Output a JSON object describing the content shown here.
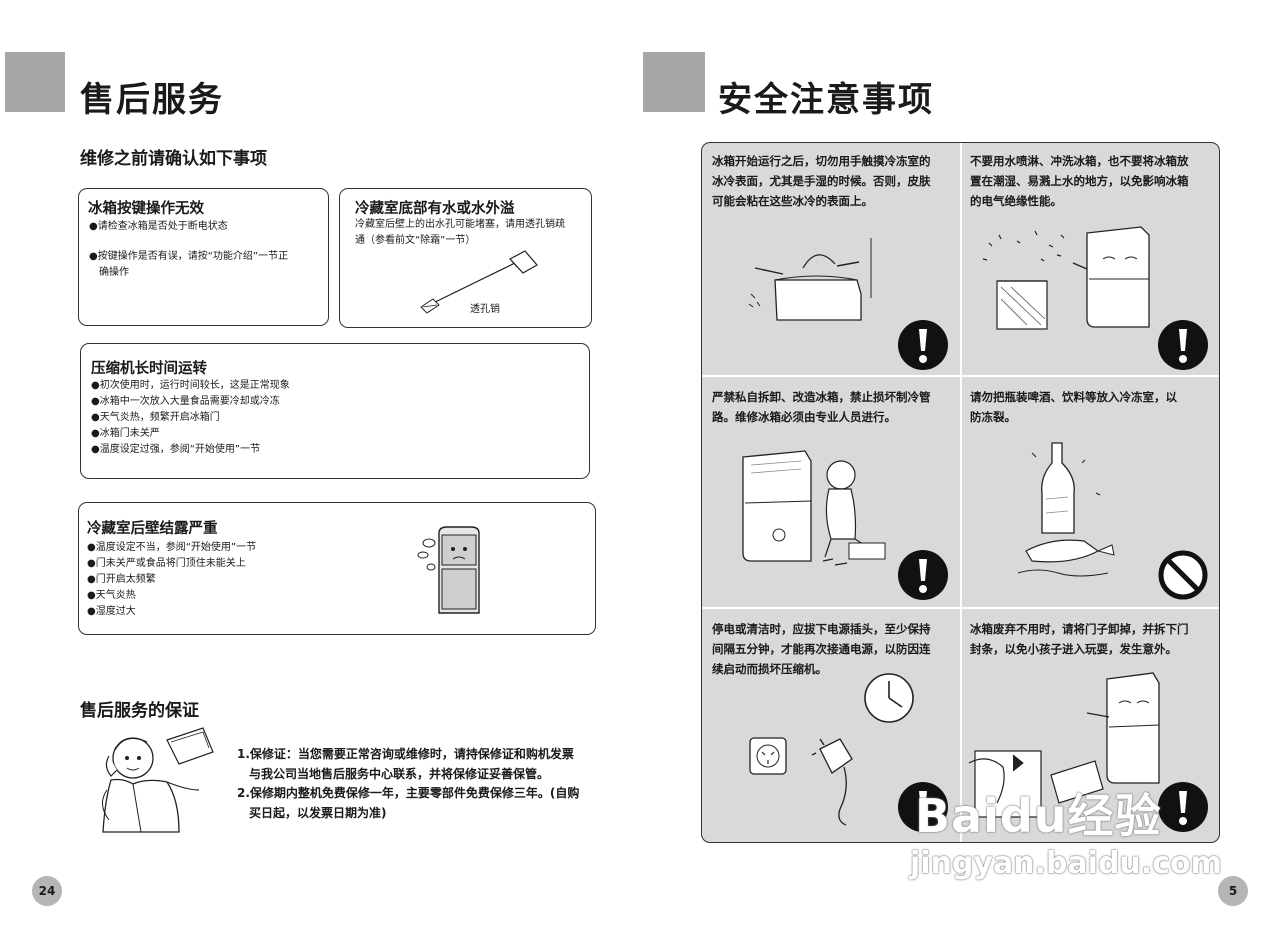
{
  "left_page": {
    "title": "售后服务",
    "subtitle": "维修之前请确认如下事项",
    "box1": {
      "title": "冰箱按键操作无效",
      "lines": [
        "●请检查冰箱是否处于断电状态",
        "●按键操作是否有误，请按“功能介绍”一节正",
        "确操作"
      ]
    },
    "box2": {
      "title": "冷藏室底部有水或水外溢",
      "lines": [
        "冷藏室后壁上的出水孔可能堵塞，请用透孔销疏",
        "通（参看前文“除霜”一节）"
      ],
      "tool_label": "透孔销"
    },
    "box3": {
      "title": "压缩机长时间运转",
      "lines": [
        "●初次使用时，运行时间较长，这是正常现象",
        "●冰箱中一次放入大量食品需要冷却或冷冻",
        "●天气炎热，频繁开启冰箱门",
        "●冰箱门未关严",
        "●温度设定过强，参阅“开始使用”一节"
      ]
    },
    "box4": {
      "title": "冷藏室后壁结露严重",
      "lines": [
        "●温度设定不当，参阅“开始使用”一节",
        "●门未关严或食品将门顶住未能关上",
        "●门开启太频繁",
        "●天气炎热",
        "●湿度过大"
      ]
    },
    "warranty_title": "售后服务的保证",
    "warranty_lines": [
      "1.保修证：当您需要正常咨询或维修时，请持保修证和购机发票",
      "与我公司当地售后服务中心联系，并将保修证妥善保管。",
      "2.保修期内整机免费保修一年，主要零部件免费保修三年。(自购",
      "买日起，以发票日期为准)"
    ],
    "page_number": "24"
  },
  "right_page": {
    "title": "安全注意事项",
    "cells": [
      {
        "lines": [
          "冰箱开始运行之后，切勿用手触摸冷冻室的",
          "冰冷表面，尤其是手湿的时候。否则，皮肤",
          "可能会粘在这些冰冷的表面上。"
        ],
        "sign": "exclamation"
      },
      {
        "lines": [
          "不要用水喷淋、冲洗冰箱，也不要将冰箱放",
          "置在潮湿、易溅上水的地方，以免影响冰箱",
          "的电气绝缘性能。"
        ],
        "sign": "exclamation"
      },
      {
        "lines": [
          "严禁私自拆卸、改造冰箱，禁止损坏制冷管",
          "路。维修冰箱必须由专业人员进行。"
        ],
        "sign": "exclamation"
      },
      {
        "lines": [
          "请勿把瓶装啤酒、饮料等放入冷冻室，以",
          "防冻裂。"
        ],
        "sign": "prohibition"
      },
      {
        "lines": [
          "停电或清洁时，应拔下电源插头，至少保持",
          "间隔五分钟，才能再次接通电源，以防因连",
          "续启动而损坏压缩机。"
        ],
        "sign": "exclamation"
      },
      {
        "lines": [
          "冰箱废弃不用时，请将门子卸掉，并拆下门",
          "封条，以免小孩子进入玩耍，发生意外。"
        ],
        "sign": "exclamation"
      }
    ],
    "page_number": "5"
  },
  "watermark": {
    "line1": "Baidu经验",
    "line2": "jingyan.baidu.com"
  }
}
